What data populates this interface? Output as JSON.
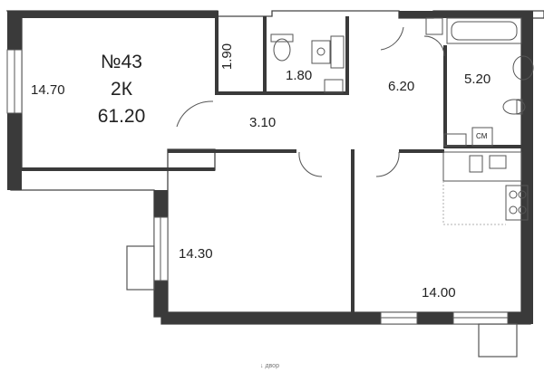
{
  "apartment": {
    "number": "№43",
    "type": "2К",
    "total_area": "61.20"
  },
  "rooms": {
    "living_1": "14.70",
    "closet": "1.90",
    "wc": "1.80",
    "corridor_top": "6.20",
    "bathroom": "5.20",
    "hall": "3.10",
    "living_2": "14.30",
    "kitchen": "14.00"
  },
  "marks": {
    "washing_machine": "СМ",
    "yard": "↓ двор"
  },
  "colors": {
    "wall": "#3a3a3a",
    "line": "#555555",
    "text": "#222222",
    "floor_bg": "#ffffff"
  }
}
